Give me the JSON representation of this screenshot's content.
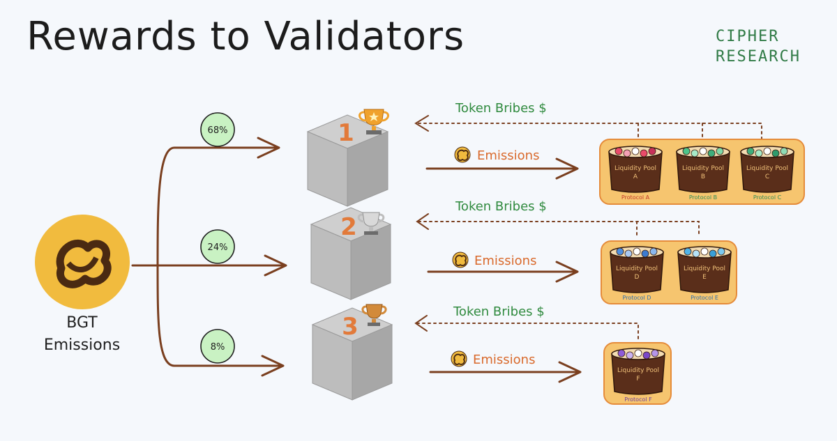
{
  "title": "Rewards to Validators",
  "brand": {
    "line1": "CIPHER",
    "line2": "RESEARCH"
  },
  "source": {
    "line1": "BGT",
    "line2": "Emissions"
  },
  "labels": {
    "bribes": "Token Bribes $",
    "emissions": "Emissions"
  },
  "colors": {
    "arrow": "#7a3f1f",
    "bribe": "#2f8a3e",
    "emission": "#d9692b",
    "pool_panel": "#f6c56f",
    "pool_body": "#5a2e1a",
    "percent_bubble": "#c9f2c3",
    "logo": "#f1bb3e"
  },
  "validators": [
    {
      "rank": "1",
      "share": "68%",
      "trophy": "gold-trophy-icon",
      "pools": [
        {
          "line1": "Liquidity Pool",
          "line2": "A",
          "protocol": "Protocol A",
          "protocol_color": "#c0392b",
          "coins": [
            "#e94b6a",
            "#f3a0b5",
            "#ffffff",
            "#e94b6a",
            "#c8325a"
          ]
        },
        {
          "line1": "Liquidity Pool",
          "line2": "B",
          "protocol": "Protocol B",
          "protocol_color": "#2e8b57",
          "coins": [
            "#4cc38a",
            "#a7e9c7",
            "#ffffff",
            "#3fae7c",
            "#7fd9a9"
          ]
        },
        {
          "line1": "Liquidity Pool",
          "line2": "C",
          "protocol": "Protocol C",
          "protocol_color": "#2e8b57",
          "coins": [
            "#3fae7c",
            "#a7e9c7",
            "#ffffff",
            "#2f9a6c",
            "#8fdcb5"
          ]
        }
      ]
    },
    {
      "rank": "2",
      "share": "24%",
      "trophy": "silver-trophy-icon",
      "pools": [
        {
          "line1": "Liquidity Pool",
          "line2": "D",
          "protocol": "Protocol D",
          "protocol_color": "#2a6fb0",
          "coins": [
            "#4e8fe0",
            "#a9c9f2",
            "#ffffff",
            "#3c7bd0",
            "#8ab8ee"
          ]
        },
        {
          "line1": "Liquidity Pool",
          "line2": "E",
          "protocol": "Protocol E",
          "protocol_color": "#2a6fb0",
          "coins": [
            "#4fb3e8",
            "#b5e2f7",
            "#ffffff",
            "#3a9fd8",
            "#7cc9ef"
          ]
        }
      ]
    },
    {
      "rank": "3",
      "share": "8%",
      "trophy": "bronze-trophy-icon",
      "pools": [
        {
          "line1": "Liquidity Pool",
          "line2": "F",
          "protocol": "Protocol F",
          "protocol_color": "#6a3fa0",
          "coins": [
            "#8e5bd8",
            "#c9b2f0",
            "#ffffff",
            "#7a48c8",
            "#b496ea"
          ]
        }
      ]
    }
  ]
}
